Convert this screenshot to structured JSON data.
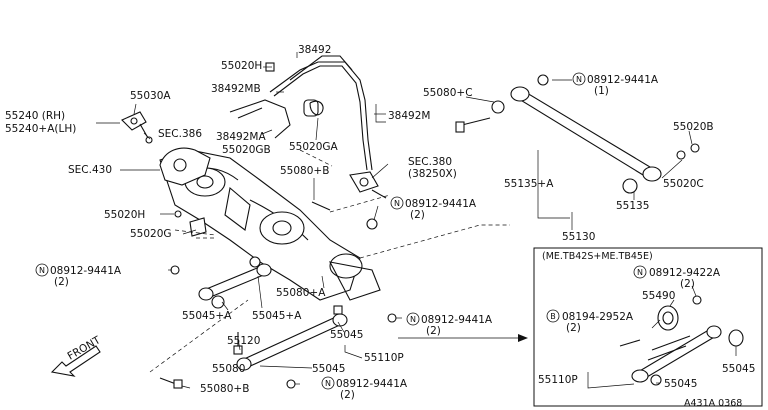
{
  "labels": {
    "p38492": "38492",
    "p55020h_top": "55020H",
    "p38492mb": "38492MB",
    "p55030a": "55030A",
    "p55240_rh": "55240 (RH)",
    "p55240_lh": "55240+A(LH)",
    "sec386": "SEC.386",
    "p38492ma": "38492MA",
    "p55020gb": "55020GB",
    "p55020ga": "55020GA",
    "p38492m": "38492M",
    "sec430": "SEC.430",
    "p55080b_top": "55080+B",
    "sec380": "SEC.380",
    "sec380_sub": "(38250X)",
    "p55020h_mid": "55020H",
    "p55020g": "55020G",
    "nut_mid": "08912-9441A",
    "nut_mid_qty": "(2)",
    "p55080c": "55080+C",
    "nut_top": "08912-9441A",
    "nut_top_qty": "(1)",
    "p55020b": "55020B",
    "p55135a": "55135+A",
    "p55020c": "55020C",
    "p55135": "55135",
    "p55130": "55130",
    "nut_left": "08912-9441A",
    "nut_left_qty": "(2)",
    "p55080a": "55080+A",
    "p55045a_l": "55045+A",
    "p55045a_r": "55045+A",
    "p55120": "55120",
    "p55080": "55080",
    "p55080b_bot": "55080+B",
    "nut_right": "08912-9441A",
    "nut_right_qty": "(2)",
    "p55045": "55045",
    "p55110p": "55110P",
    "p55045_b": "55045",
    "nut_bot": "08912-9441A",
    "nut_bot_qty": "(2)",
    "front": "FRONT",
    "inset_title": "(ME.TB42S+ME.TB45E)",
    "in_nut": "08912-9422A",
    "in_nut_qty": "(2)",
    "in_55490": "55490",
    "in_bolt": "08194-2952A",
    "in_bolt_qty": "(2)",
    "in_55110p": "55110P",
    "in_55045_r": "55045",
    "in_55045_b": "55045",
    "ref_code": "A431A 0368"
  },
  "symbols": {
    "nut_marker": "N",
    "bolt_marker": "B"
  }
}
